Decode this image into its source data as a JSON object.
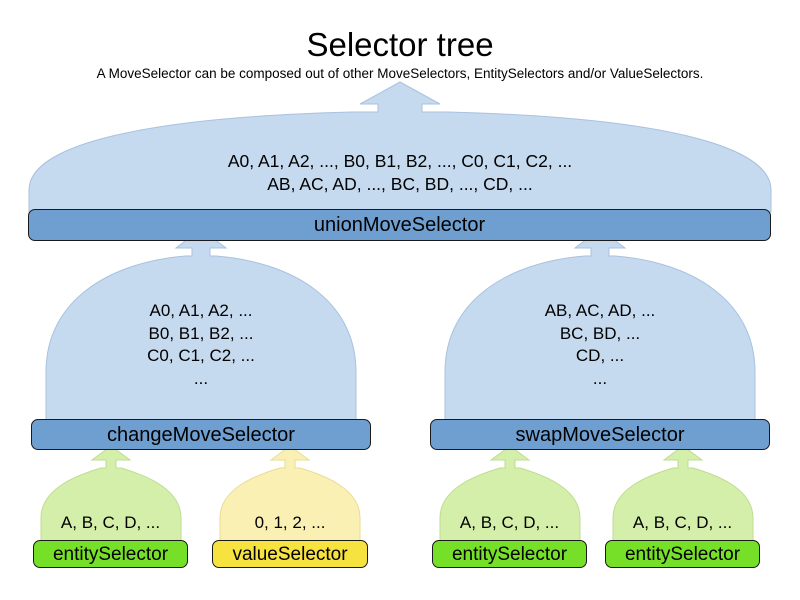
{
  "title": "Selector tree",
  "subtitle": "A MoveSelector can be composed out of other MoveSelectors, EntitySelectors and/or ValueSelectors.",
  "colors": {
    "move_label_fill": "#6f9fd0",
    "move_dome_fill": "#c5d9ef",
    "entity_label_fill": "#76e028",
    "entity_dome_fill": "#d4efa9",
    "value_label_fill": "#f7e33f",
    "value_dome_fill": "#faf0b4",
    "outline": "#1a1a1a",
    "background": "#ffffff"
  },
  "nodes": {
    "union_move_selector": {
      "label": "unionMoveSelector",
      "type": "moveSelector",
      "contents": [
        "A0, A1, A2, ..., B0, B1, B2, ..., C0, C1, C2, ...",
        "AB, AC, AD, ..., BC, BD, ..., CD, ..."
      ]
    },
    "change_move_selector": {
      "label": "changeMoveSelector",
      "type": "moveSelector",
      "contents": [
        "A0, A1, A2, ...",
        "B0, B1, B2, ...",
        "C0, C1, C2, ...",
        "..."
      ]
    },
    "swap_move_selector": {
      "label": "swapMoveSelector",
      "type": "moveSelector",
      "contents": [
        "AB, AC, AD, ...",
        "BC, BD, ...",
        "CD, ...",
        "..."
      ]
    },
    "entity_selector_1": {
      "label": "entitySelector",
      "type": "entitySelector",
      "contents": [
        "A, B, C, D, ..."
      ]
    },
    "value_selector_1": {
      "label": "valueSelector",
      "type": "valueSelector",
      "contents": [
        "0, 1, 2, ..."
      ]
    },
    "entity_selector_2": {
      "label": "entitySelector",
      "type": "entitySelector",
      "contents": [
        "A, B, C, D, ..."
      ]
    },
    "entity_selector_3": {
      "label": "entitySelector",
      "type": "entitySelector",
      "contents": [
        "A, B, C, D, ..."
      ]
    }
  }
}
